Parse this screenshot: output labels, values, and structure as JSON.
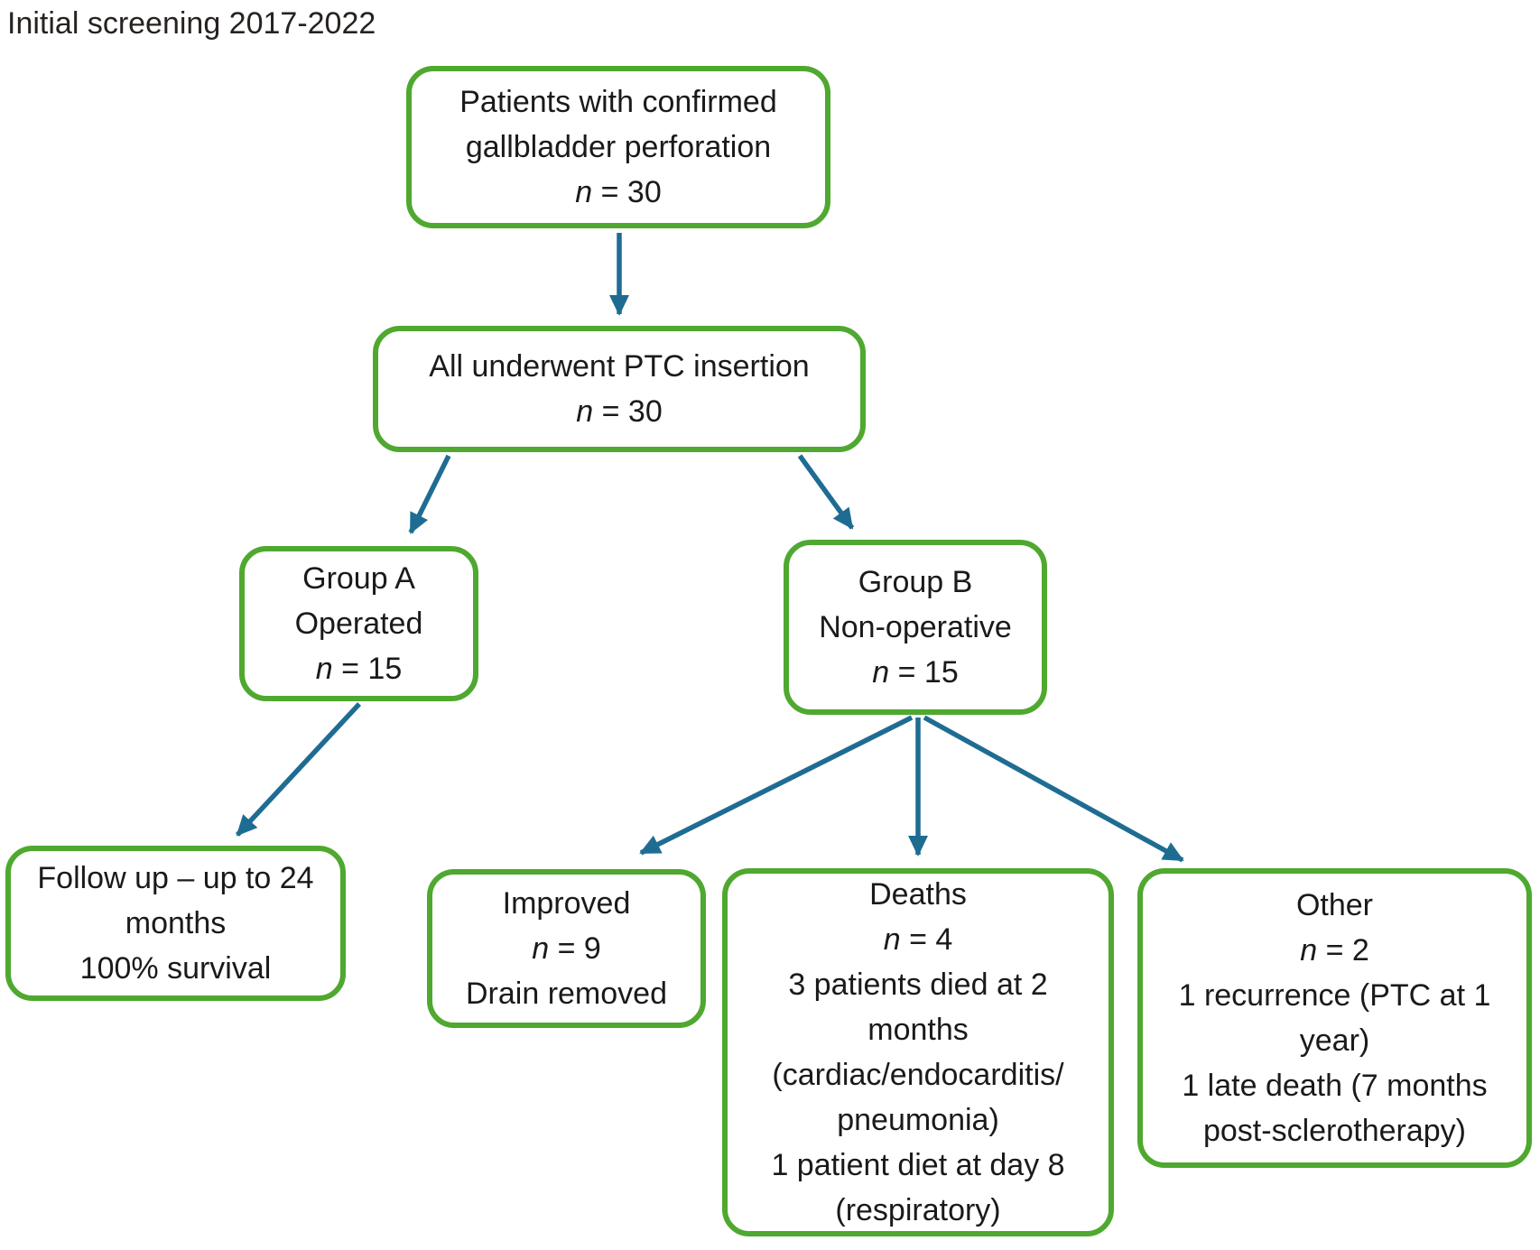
{
  "title": "Initial screening 2017-2022",
  "colors": {
    "accent_green": "#4FA82F",
    "arrow_blue": "#1F6C93",
    "text": "#1a1a1a",
    "background": "#ffffff"
  },
  "nodes": {
    "screening": {
      "lines": [
        "Patients with confirmed",
        "gallbladder perforation",
        "n = 30"
      ]
    },
    "ptc": {
      "lines": [
        "All underwent PTC insertion",
        "n = 30"
      ]
    },
    "group_a": {
      "lines": [
        "Group A",
        "Operated",
        "n = 15"
      ]
    },
    "group_b": {
      "lines": [
        "Group B",
        "Non-operative",
        "n = 15"
      ]
    },
    "follow_up": {
      "lines": [
        "Follow up – up to 24",
        "months",
        "100% survival"
      ]
    },
    "improved": {
      "lines": [
        "Improved",
        "n = 9",
        "Drain removed"
      ]
    },
    "deaths": {
      "lines": [
        "Deaths",
        "n = 4",
        "3 patients died at 2",
        "months",
        "(cardiac/endocarditis/",
        "pneumonia)",
        "1 patient diet at day 8",
        "(respiratory)"
      ]
    },
    "other": {
      "lines": [
        "Other",
        "n = 2",
        "1 recurrence (PTC at 1",
        "year)",
        "1 late death (7 months",
        "post-sclerotherapy)"
      ]
    }
  },
  "edges": [
    {
      "from": "screening",
      "to": "ptc"
    },
    {
      "from": "ptc",
      "to": "group_a"
    },
    {
      "from": "ptc",
      "to": "group_b"
    },
    {
      "from": "group_a",
      "to": "follow_up"
    },
    {
      "from": "group_b",
      "to": "improved"
    },
    {
      "from": "group_b",
      "to": "deaths"
    },
    {
      "from": "group_b",
      "to": "other"
    }
  ]
}
